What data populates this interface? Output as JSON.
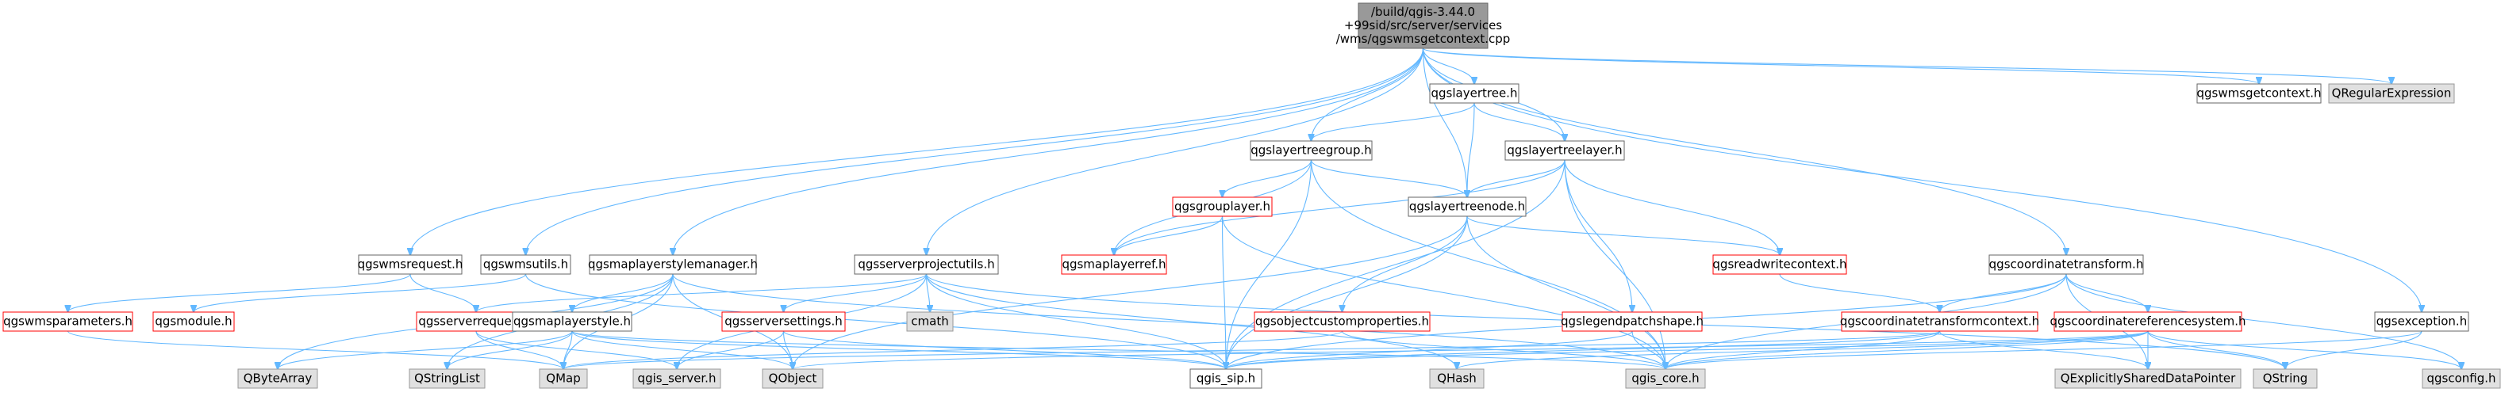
{
  "colors": {
    "edge": "#63b8ff",
    "root_fill": "#999999",
    "normal_border": "#666666",
    "red_border": "#ff0000",
    "external_fill": "#e0e0e0",
    "external_border": "#999999",
    "text": "#000000"
  },
  "nodes": [
    {
      "id": "root",
      "lines": [
        "/build/qgis-3.44.0",
        "+99sid/src/server/services",
        "/wms/qgswmsgetcontext.cpp"
      ],
      "style": "root"
    },
    {
      "id": "qgslayertree",
      "lines": [
        "qgslayertree.h"
      ],
      "style": "normal"
    },
    {
      "id": "qgswmsgetcontext",
      "lines": [
        "qgswmsgetcontext.h"
      ],
      "style": "normal"
    },
    {
      "id": "QRegularExpression",
      "lines": [
        "QRegularExpression"
      ],
      "style": "external"
    },
    {
      "id": "qgslayertreegroup",
      "lines": [
        "qgslayertreegroup.h"
      ],
      "style": "normal"
    },
    {
      "id": "qgslayertreelayer",
      "lines": [
        "qgslayertreelayer.h"
      ],
      "style": "normal"
    },
    {
      "id": "qgsgrouplayer",
      "lines": [
        "qgsgrouplayer.h"
      ],
      "style": "red"
    },
    {
      "id": "qgslayertreenode",
      "lines": [
        "qgslayertreenode.h"
      ],
      "style": "normal"
    },
    {
      "id": "qgswmsrequest",
      "lines": [
        "qgswmsrequest.h"
      ],
      "style": "normal"
    },
    {
      "id": "qgswmsutils",
      "lines": [
        "qgswmsutils.h"
      ],
      "style": "normal"
    },
    {
      "id": "qgsmaplayerstylemanager",
      "lines": [
        "qgsmaplayerstylemanager.h"
      ],
      "style": "normal"
    },
    {
      "id": "qgsserverprojectutils",
      "lines": [
        "qgsserverprojectutils.h"
      ],
      "style": "normal"
    },
    {
      "id": "qgsmaplayerref",
      "lines": [
        "qgsmaplayerref.h"
      ],
      "style": "red"
    },
    {
      "id": "qgsreadwritecontext",
      "lines": [
        "qgsreadwritecontext.h"
      ],
      "style": "red"
    },
    {
      "id": "qgscoordinatetransform",
      "lines": [
        "qgscoordinatetransform.h"
      ],
      "style": "normal"
    },
    {
      "id": "qgswmsparameters",
      "lines": [
        "qgswmsparameters.h"
      ],
      "style": "red"
    },
    {
      "id": "qgsmodule",
      "lines": [
        "qgsmodule.h"
      ],
      "style": "red"
    },
    {
      "id": "qgsserverrequest",
      "lines": [
        "qgsserverrequest.h"
      ],
      "style": "red"
    },
    {
      "id": "qgsmaplayerstyle",
      "lines": [
        "qgsmaplayerstyle.h"
      ],
      "style": "normal"
    },
    {
      "id": "qgsserversettings",
      "lines": [
        "qgsserversettings.h"
      ],
      "style": "red"
    },
    {
      "id": "cmath",
      "lines": [
        "cmath"
      ],
      "style": "external"
    },
    {
      "id": "qgsobjectcustomproperties",
      "lines": [
        "qgsobjectcustomproperties.h"
      ],
      "style": "red"
    },
    {
      "id": "qgslegendpatchshape",
      "lines": [
        "qgslegendpatchshape.h"
      ],
      "style": "red"
    },
    {
      "id": "qgscoordinatetransformcontext",
      "lines": [
        "qgscoordinatetransformcontext.h"
      ],
      "style": "red"
    },
    {
      "id": "qgscoordinatereferencesystem",
      "lines": [
        "qgscoordinatereferencesystem.h"
      ],
      "style": "red"
    },
    {
      "id": "qgsexception",
      "lines": [
        "qgsexception.h"
      ],
      "style": "normal"
    },
    {
      "id": "QByteArray",
      "lines": [
        "QByteArray"
      ],
      "style": "external"
    },
    {
      "id": "QStringList",
      "lines": [
        "QStringList"
      ],
      "style": "external"
    },
    {
      "id": "QMap",
      "lines": [
        "QMap"
      ],
      "style": "external"
    },
    {
      "id": "qgis_server",
      "lines": [
        "qgis_server.h"
      ],
      "style": "external"
    },
    {
      "id": "QObject",
      "lines": [
        "QObject"
      ],
      "style": "external"
    },
    {
      "id": "qgis_sip",
      "lines": [
        "qgis_sip.h"
      ],
      "style": "normal"
    },
    {
      "id": "QHash",
      "lines": [
        "QHash"
      ],
      "style": "external"
    },
    {
      "id": "qgis_core",
      "lines": [
        "qgis_core.h"
      ],
      "style": "external"
    },
    {
      "id": "QExplicitlySharedDataPointer",
      "lines": [
        "QExplicitlySharedDataPointer"
      ],
      "style": "external"
    },
    {
      "id": "QString",
      "lines": [
        "QString"
      ],
      "style": "external"
    },
    {
      "id": "qgsconfig",
      "lines": [
        "qgsconfig.h"
      ],
      "style": "external"
    }
  ],
  "edges": [
    [
      "root",
      "qgslayertree"
    ],
    [
      "root",
      "qgswmsgetcontext"
    ],
    [
      "root",
      "QRegularExpression"
    ],
    [
      "root",
      "qgslayertreegroup"
    ],
    [
      "root",
      "qgslayertreelayer"
    ],
    [
      "root",
      "qgslayertreenode"
    ],
    [
      "root",
      "qgswmsrequest"
    ],
    [
      "root",
      "qgswmsutils"
    ],
    [
      "root",
      "qgsmaplayerstylemanager"
    ],
    [
      "root",
      "qgsserverprojectutils"
    ],
    [
      "root",
      "qgscoordinatetransform"
    ],
    [
      "root",
      "qgsexception"
    ],
    [
      "qgslayertree",
      "qgslayertreegroup"
    ],
    [
      "qgslayertree",
      "qgslayertreelayer"
    ],
    [
      "qgslayertree",
      "qgslayertreenode"
    ],
    [
      "qgslayertreegroup",
      "qgsgrouplayer"
    ],
    [
      "qgslayertreegroup",
      "qgslayertreenode"
    ],
    [
      "qgslayertreegroup",
      "qgsmaplayerref"
    ],
    [
      "qgslayertreegroup",
      "qgis_sip"
    ],
    [
      "qgslayertreegroup",
      "qgis_core"
    ],
    [
      "qgslayertreelayer",
      "qgslayertreenode"
    ],
    [
      "qgslayertreelayer",
      "qgsmaplayerref"
    ],
    [
      "qgslayertreelayer",
      "qgsreadwritecontext"
    ],
    [
      "qgslayertreelayer",
      "qgslegendpatchshape"
    ],
    [
      "qgslayertreelayer",
      "qgis_sip"
    ],
    [
      "qgslayertreelayer",
      "qgis_core"
    ],
    [
      "qgsgrouplayer",
      "qgsmaplayerref"
    ],
    [
      "qgsgrouplayer",
      "qgis_sip"
    ],
    [
      "qgsgrouplayer",
      "qgis_core"
    ],
    [
      "qgslayertreenode",
      "qgsreadwritecontext"
    ],
    [
      "qgslayertreenode",
      "qgsobjectcustomproperties"
    ],
    [
      "qgslayertreenode",
      "QObject"
    ],
    [
      "qgslayertreenode",
      "qgis_sip"
    ],
    [
      "qgslayertreenode",
      "qgis_core"
    ],
    [
      "qgsreadwritecontext",
      "qgscoordinatetransformcontext"
    ],
    [
      "qgswmsrequest",
      "qgswmsparameters"
    ],
    [
      "qgswmsrequest",
      "qgsserverrequest"
    ],
    [
      "qgswmsutils",
      "qgsmodule"
    ],
    [
      "qgswmsutils",
      "qgis_sip"
    ],
    [
      "qgsmaplayerstylemanager",
      "qgsmaplayerstyle"
    ],
    [
      "qgsmaplayerstylemanager",
      "QByteArray"
    ],
    [
      "qgsmaplayerstylemanager",
      "QStringList"
    ],
    [
      "qgsmaplayerstylemanager",
      "QMap"
    ],
    [
      "qgsmaplayerstylemanager",
      "QObject"
    ],
    [
      "qgsmaplayerstylemanager",
      "qgis_core"
    ],
    [
      "qgsserverprojectutils",
      "qgsserversettings"
    ],
    [
      "qgsserverprojectutils",
      "cmath"
    ],
    [
      "qgsserverprojectutils",
      "qgsserverrequest"
    ],
    [
      "qgsserverprojectutils",
      "qgis_server"
    ],
    [
      "qgsserverprojectutils",
      "qgis_sip"
    ],
    [
      "qgsserverprojectutils",
      "QHash"
    ],
    [
      "qgsserverprojectutils",
      "QString"
    ],
    [
      "qgscoordinatetransform",
      "qgscoordinatetransformcontext"
    ],
    [
      "qgscoordinatetransform",
      "qgscoordinatereferencesystem"
    ],
    [
      "qgscoordinatetransform",
      "qgis_sip"
    ],
    [
      "qgscoordinatetransform",
      "qgis_core"
    ],
    [
      "qgscoordinatetransform",
      "QExplicitlySharedDataPointer"
    ],
    [
      "qgscoordinatetransform",
      "qgsconfig"
    ],
    [
      "qgswmsparameters",
      "QMap"
    ],
    [
      "qgsserverrequest",
      "QMap"
    ],
    [
      "qgsserverrequest",
      "qgis_server"
    ],
    [
      "qgsmaplayerstyle",
      "QByteArray"
    ],
    [
      "qgsmaplayerstyle",
      "QStringList"
    ],
    [
      "qgsmaplayerstyle",
      "QMap"
    ],
    [
      "qgsmaplayerstyle",
      "QObject"
    ],
    [
      "qgsmaplayerstyle",
      "qgis_sip"
    ],
    [
      "qgsmaplayerstyle",
      "qgis_core"
    ],
    [
      "qgsserversettings",
      "qgis_server"
    ],
    [
      "qgsserversettings",
      "QObject"
    ],
    [
      "qgsserversettings",
      "qgis_sip"
    ],
    [
      "qgsobjectcustomproperties",
      "QMap"
    ],
    [
      "qgsobjectcustomproperties",
      "qgis_core"
    ],
    [
      "qgslegendpatchshape",
      "qgis_sip"
    ],
    [
      "qgslegendpatchshape",
      "qgis_core"
    ],
    [
      "qgscoordinatetransformcontext",
      "qgis_sip"
    ],
    [
      "qgscoordinatetransformcontext",
      "qgis_core"
    ],
    [
      "qgscoordinatetransformcontext",
      "QMap"
    ],
    [
      "qgscoordinatetransformcontext",
      "QExplicitlySharedDataPointer"
    ],
    [
      "qgscoordinatereferencesystem",
      "qgis_sip"
    ],
    [
      "qgscoordinatereferencesystem",
      "qgis_core"
    ],
    [
      "qgscoordinatereferencesystem",
      "QObject"
    ],
    [
      "qgscoordinatereferencesystem",
      "QHash"
    ],
    [
      "qgscoordinatereferencesystem",
      "QString"
    ],
    [
      "qgscoordinatereferencesystem",
      "QExplicitlySharedDataPointer"
    ],
    [
      "qgscoordinatereferencesystem",
      "qgsconfig"
    ],
    [
      "qgsexception",
      "QString"
    ],
    [
      "qgsexception",
      "qgis_core"
    ]
  ]
}
